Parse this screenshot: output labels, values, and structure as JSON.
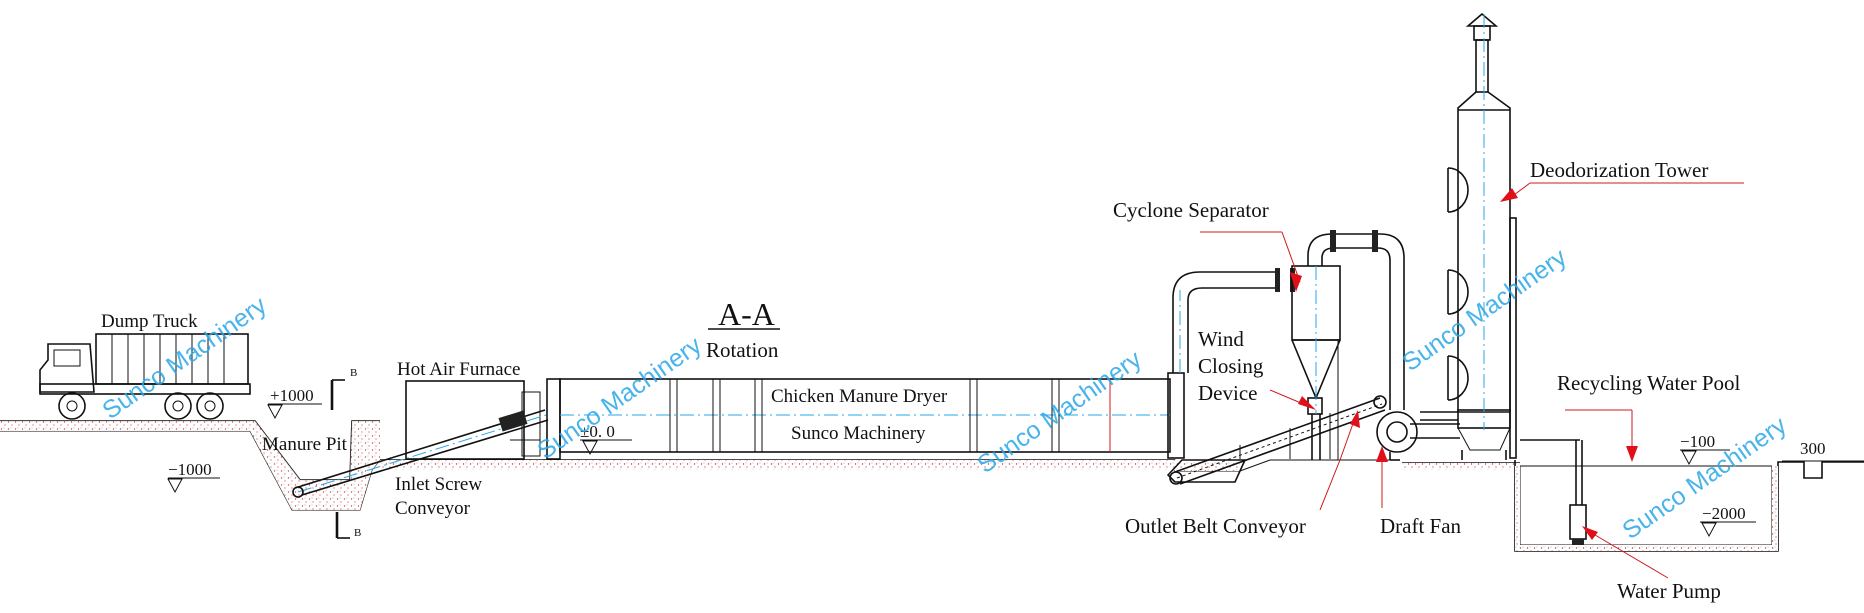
{
  "section": {
    "title": "A-A",
    "subtitle": "Rotation"
  },
  "components": {
    "dump_truck": "Dump Truck",
    "manure_pit": "Manure Pit",
    "hot_air_furnace": "Hot Air Furnace",
    "inlet_conveyor_line1": "Inlet Screw",
    "inlet_conveyor_line2": "Conveyor",
    "dryer_line1": "Chicken Manure Dryer",
    "dryer_line2": "Sunco Machinery",
    "cyclone_separator": "Cyclone Separator",
    "wind_closing_line1": "Wind",
    "wind_closing_line2": "Closing",
    "wind_closing_line3": "Device",
    "deodorization_tower": "Deodorization Tower",
    "recycling_water_pool": "Recycling Water Pool",
    "outlet_belt_conveyor": "Outlet Belt Conveyor",
    "draft_fan": "Draft Fan",
    "water_pump": "Water Pump"
  },
  "elevations": {
    "plus_1000": "+1000",
    "minus_1000": "−1000",
    "zero": "±0. 0",
    "minus_100": "−100",
    "minus_2000": "−2000",
    "dim_300": "300",
    "section_mark_top": "B",
    "section_mark_bottom": "B"
  },
  "watermark": "Sunco Machinery",
  "colors": {
    "line": "#111111",
    "centerline": "#2aa7e8",
    "leader_arrow": "#e0101a",
    "ground_fill": "#c43a3a",
    "watermark": "#2aa7e8"
  }
}
